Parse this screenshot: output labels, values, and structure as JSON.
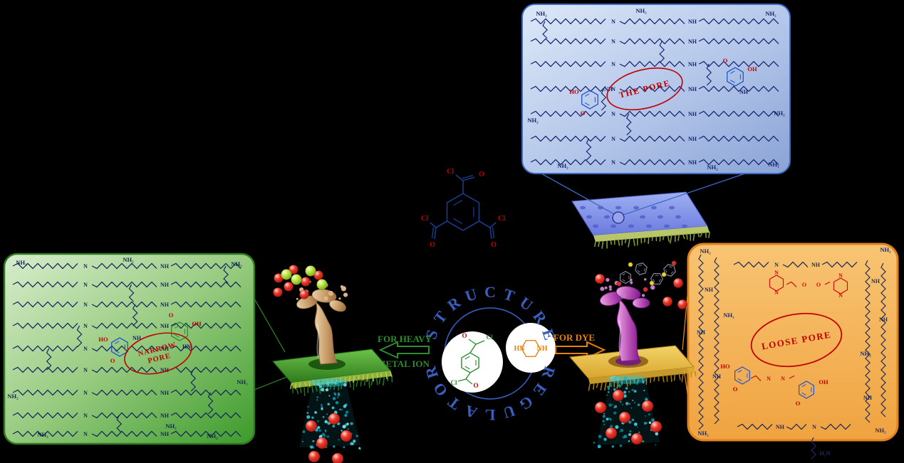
{
  "panels": {
    "blue": {
      "pore_label": "THE PORE",
      "border_color": "#3b6bc7"
    },
    "green": {
      "pore_label_line1": "NARROW",
      "pore_label_line2": "PORE",
      "border_color": "#2f7a1f"
    },
    "orange": {
      "pore_label": "LOOSE PORE",
      "border_color": "#e0821e"
    }
  },
  "center": {
    "word_top": "STRUCTURE",
    "word_bottom": "REGULATOR",
    "letter_color": "#3a5fc0",
    "piperazine": {
      "left": "HN",
      "right": "NH"
    }
  },
  "annotations": {
    "left_arrow_line1": "FOR HEAVY",
    "left_arrow_line2": "METAL ION",
    "left_arrow_color": "#2e8b2e",
    "right_arrow_label": "FOR DYE",
    "right_arrow_color": "#e8820a"
  },
  "chem": {
    "nh2": "NH₂",
    "h2n": "H₂N",
    "nh": "NH",
    "hn": "HN",
    "n": "N",
    "o": "O",
    "ho": "HO",
    "oh": "OH",
    "cl": "Cl"
  },
  "colors": {
    "pore_annotation": "#c00000",
    "polymer_chain": "#16246e",
    "aromatic_ring": "#2255cc",
    "red_structure": "#cc1111",
    "membrane_green": "#3e9e2e",
    "membrane_yellow": "#d9a62e",
    "membrane_blue": "#6a7ade",
    "water_spray": "#16b8cc"
  }
}
